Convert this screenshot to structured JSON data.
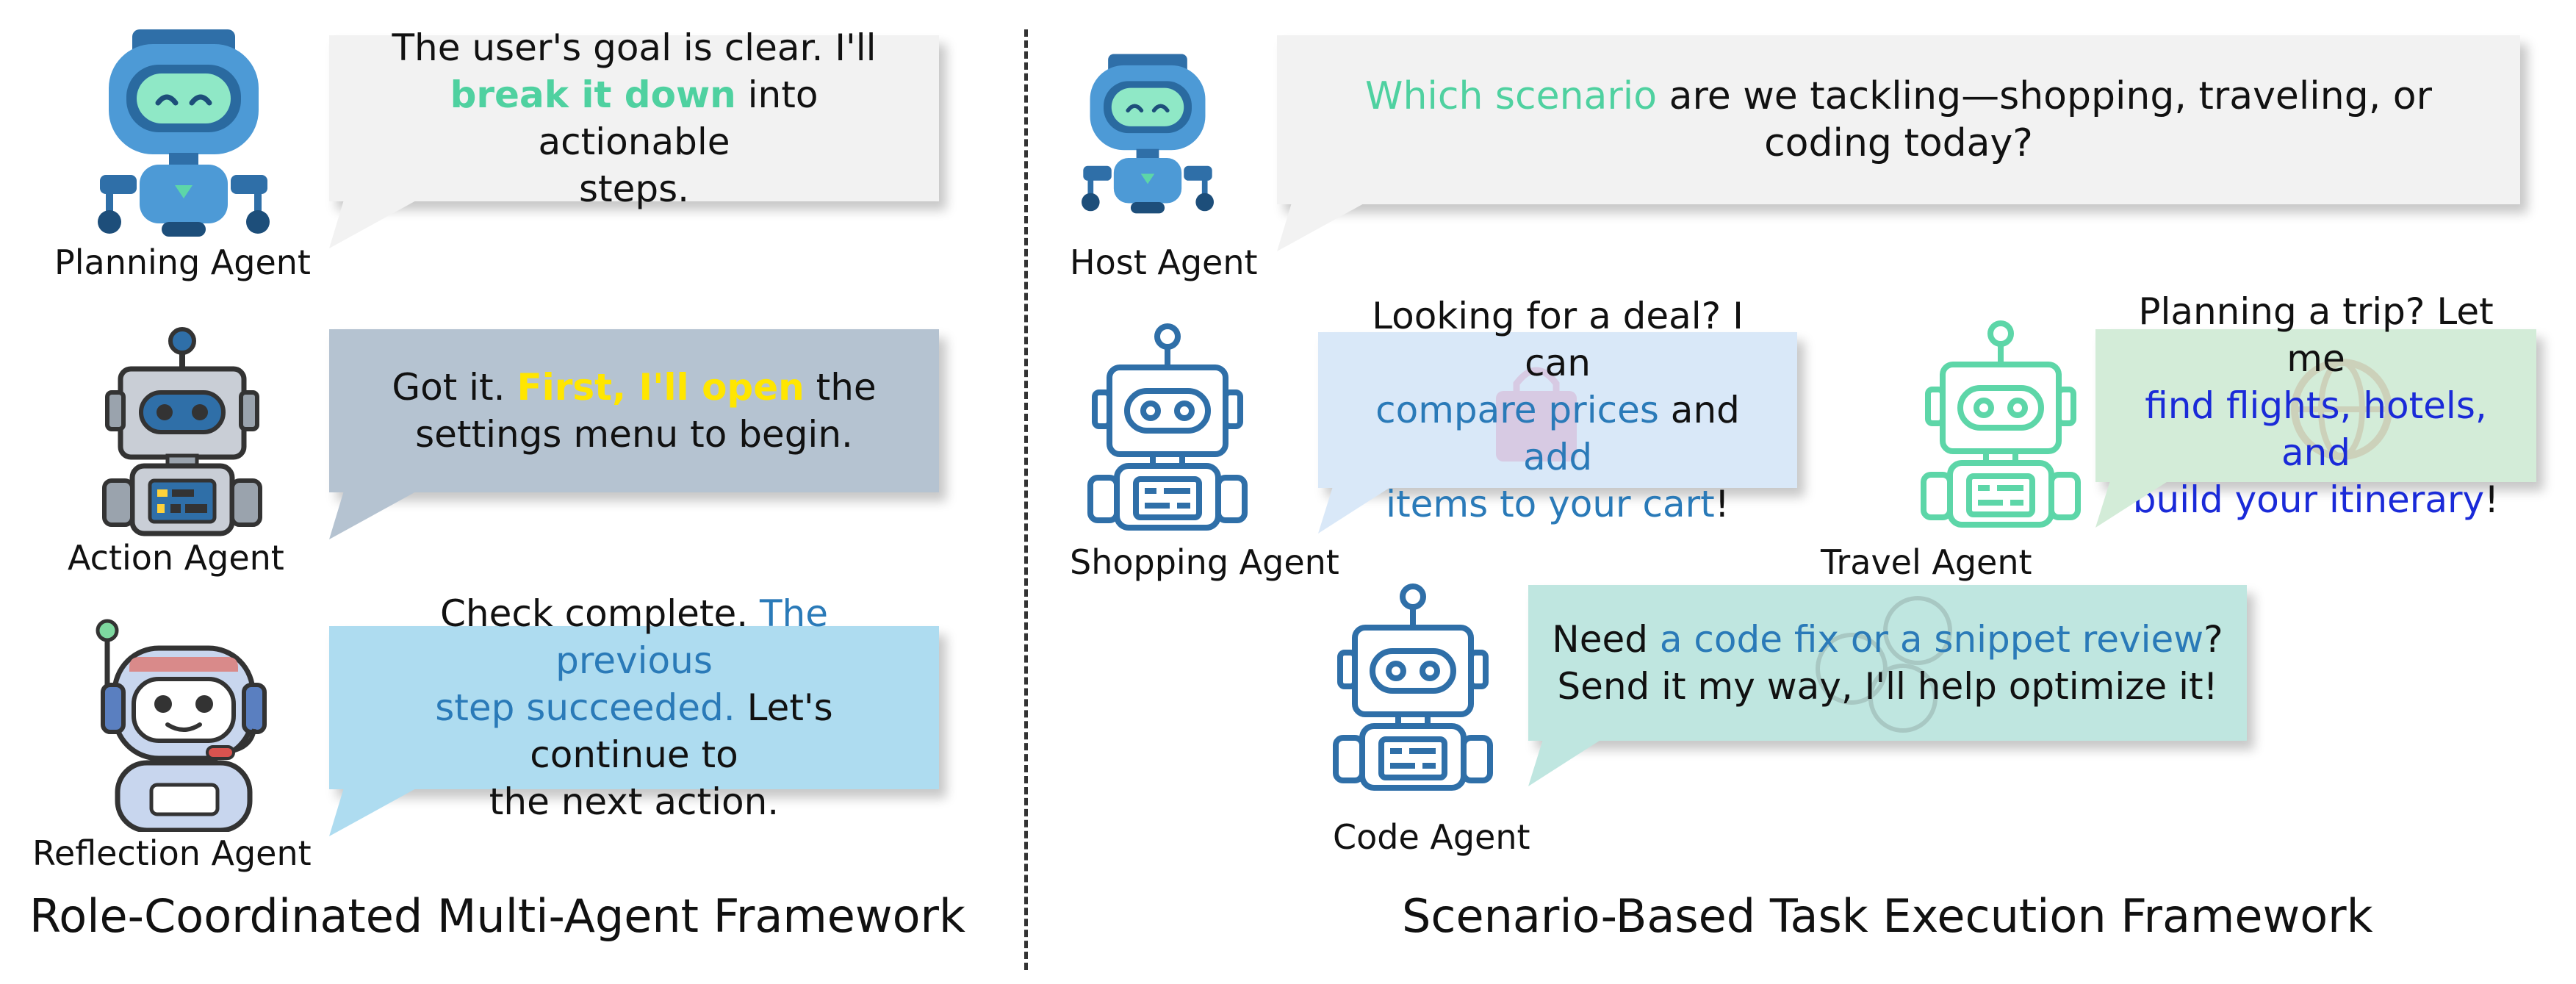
{
  "left": {
    "caption": "Role-Coordinated Multi-Agent Framework",
    "planning": {
      "label": "Planning Agent",
      "text_a": "The user's goal is clear. I'll",
      "text_b_hl": "break it down",
      "text_b_rest": " into actionable",
      "text_c": "steps."
    },
    "action": {
      "label": "Action Agent",
      "text_a": "Got it. ",
      "text_a_hl": "First, I'll open",
      "text_a_rest": " the",
      "text_b": "settings menu to begin."
    },
    "reflection": {
      "label": "Reflection Agent",
      "text_a": "Check complete. ",
      "text_a_hl": "The previous",
      "text_b_hl": "step succeeded.",
      "text_b_rest": " Let's continue to",
      "text_c": "the next action."
    }
  },
  "right": {
    "caption": "Scenario-Based Task Execution Framework",
    "host": {
      "label": "Host Agent",
      "text_hl": "Which scenario",
      "text_rest": " are we tackling—shopping, traveling, or coding today?"
    },
    "shopping": {
      "label": "Shopping Agent",
      "text_a": "Looking for a deal? I can",
      "text_b_hl1": "compare prices",
      "text_b_mid": " and ",
      "text_b_hl2": "add",
      "text_c_hl": "items to your cart",
      "text_c_rest": "!"
    },
    "travel": {
      "label": "Travel Agent",
      "text_a": "Planning a trip? Let me",
      "text_b_hl": "find flights, hotels, and",
      "text_c_hl": "build your itinerary",
      "text_c_rest": "!"
    },
    "code": {
      "label": "Code Agent",
      "text_a": "Need ",
      "text_a_hl": "a code fix or a snippet review",
      "text_a_rest": "?",
      "text_b": "Send it my way, I'll help optimize it!"
    }
  },
  "colors": {
    "highlight_green": "#4fd1a0",
    "highlight_yellow": "#ffe600",
    "highlight_blue": "#2a7ab8",
    "highlight_deep_blue": "#1a2ad8",
    "bubble_gray": "#f2f2f2",
    "bubble_slate": "#b5c3d1",
    "bubble_sky": "#aedcf0",
    "bubble_light_blue": "#d9e8f8",
    "bubble_mint": "#d3ecd8",
    "bubble_teal": "#bfe6e0",
    "robot_blue": "#2f6fa8",
    "robot_mint": "#5dd6a8"
  }
}
